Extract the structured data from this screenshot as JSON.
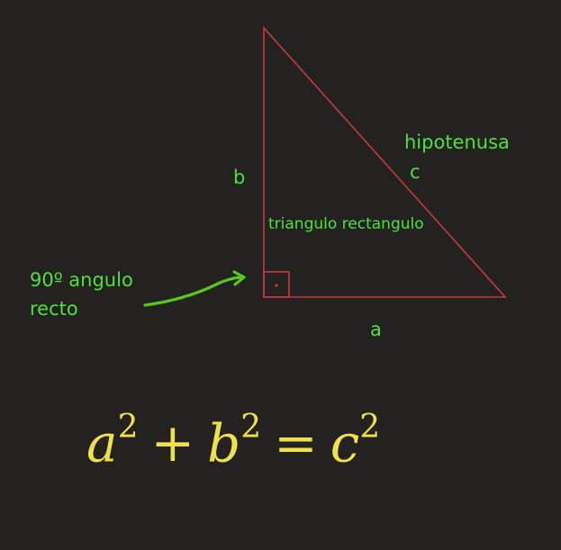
{
  "labels": {
    "b": "b",
    "hypotenuse": "hipotenusa",
    "c": "c",
    "triangle_name": "triangulo rectangulo",
    "right_angle": "90º angulo recto",
    "a": "a"
  },
  "formula": {
    "a": "a",
    "b": "b",
    "c": "c",
    "exponent": "2",
    "plus": "+",
    "equals": "="
  },
  "colors": {
    "background": "#232221",
    "triangle_stroke": "#c8393b",
    "label_green": "#4fe03a",
    "arrow_green": "#57c71c",
    "formula_yellow": "#f0e04a"
  }
}
